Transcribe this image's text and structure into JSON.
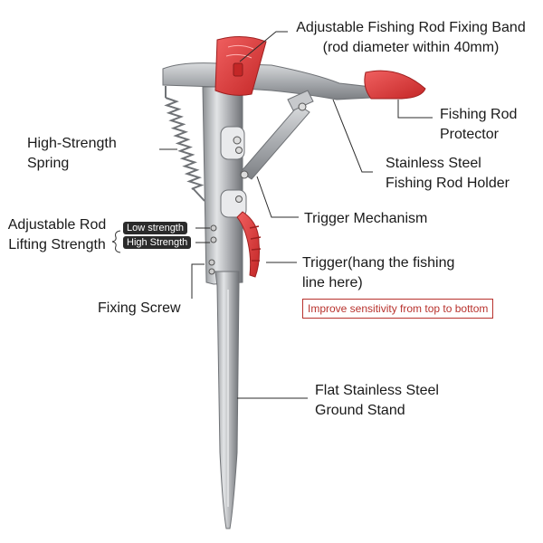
{
  "labels": {
    "band_line1": "Adjustable Fishing Rod Fixing Band",
    "band_line2": "(rod diameter within 40mm)",
    "protector_line1": "Fishing Rod",
    "protector_line2": "Protector",
    "spring_line1": "High-Strength",
    "spring_line2": "Spring",
    "holder_line1": "Stainless Steel",
    "holder_line2": "Fishing Rod Holder",
    "lifting_line1": "Adjustable Rod",
    "lifting_line2": "Lifting Strength",
    "low_strength": "Low strength",
    "high_strength": "High Strength",
    "trigger_mechanism": "Trigger Mechanism",
    "trigger_line1": "Trigger(hang the fishing",
    "trigger_line2": "line here)",
    "sensitivity_note": "Improve sensitivity from top to bottom",
    "fixing_screw": "Fixing Screw",
    "stand_line1": "Flat Stainless Steel",
    "stand_line2": "Ground Stand"
  },
  "colors": {
    "steel": "#b7b9bc",
    "steel_dark": "#7c7f83",
    "red": "#e23b3b",
    "note": "#b8322d"
  }
}
